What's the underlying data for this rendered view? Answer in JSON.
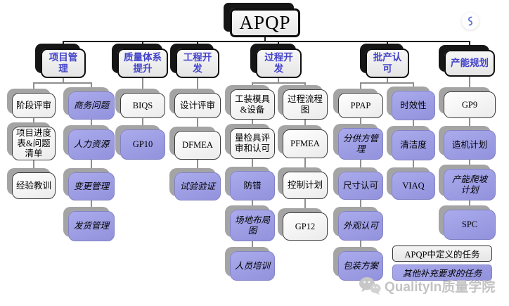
{
  "root": {
    "label": "APQP"
  },
  "columns": [
    {
      "header": "项目管\n理",
      "subcolumns": [
        {
          "tasks": [
            {
              "label": "阶段评审",
              "type": "defined"
            },
            {
              "label": "项目进度\n表&问题\n清单",
              "type": "defined"
            },
            {
              "label": "经验教训",
              "type": "defined"
            }
          ]
        },
        {
          "tasks": [
            {
              "label": "商务问题",
              "type": "extra"
            },
            {
              "label": "人力资源",
              "type": "extra"
            },
            {
              "label": "变更管理",
              "type": "extra"
            },
            {
              "label": "发货管理",
              "type": "extra"
            }
          ]
        }
      ]
    },
    {
      "header": "质量体系\n提升",
      "subcolumns": [
        {
          "tasks": [
            {
              "label": "BIQS",
              "type": "defined"
            },
            {
              "label": "GP10",
              "type": "extra"
            }
          ]
        }
      ]
    },
    {
      "header": "工程开\n发",
      "subcolumns": [
        {
          "tasks": [
            {
              "label": "设计评审",
              "type": "defined"
            },
            {
              "label": "DFMEA",
              "type": "defined"
            },
            {
              "label": "试验验证",
              "type": "extra"
            }
          ]
        }
      ]
    },
    {
      "header": "过程开\n发",
      "subcolumns": [
        {
          "tasks": [
            {
              "label": "工装模具\n&设备",
              "type": "defined"
            },
            {
              "label": "量检具评\n审和认可",
              "type": "defined"
            },
            {
              "label": "防错",
              "type": "extra"
            },
            {
              "label": "场地布局\n图",
              "type": "extra"
            },
            {
              "label": "人员培训",
              "type": "extra"
            }
          ]
        },
        {
          "tasks": [
            {
              "label": "过程流程\n图",
              "type": "defined"
            },
            {
              "label": "PFMEA",
              "type": "defined"
            },
            {
              "label": "控制计划",
              "type": "defined"
            },
            {
              "label": "GP12",
              "type": "defined"
            }
          ]
        }
      ]
    },
    {
      "header": "批产认\n可",
      "subcolumns": [
        {
          "tasks": [
            {
              "label": "PPAP",
              "type": "defined"
            },
            {
              "label": "分供方管\n理",
              "type": "extra"
            },
            {
              "label": "尺寸认可",
              "type": "extra"
            },
            {
              "label": "外观认可",
              "type": "extra"
            },
            {
              "label": "包装方案",
              "type": "extra"
            }
          ]
        },
        {
          "tasks": [
            {
              "label": "时效性",
              "type": "extra"
            },
            {
              "label": "清洁度",
              "type": "extra"
            },
            {
              "label": "VIAQ",
              "type": "extra"
            }
          ]
        }
      ]
    },
    {
      "header": "产能规划",
      "subcolumns": [
        {
          "tasks": [
            {
              "label": "GP9",
              "type": "defined"
            },
            {
              "label": "造机计划",
              "type": "extra"
            },
            {
              "label": "产能爬坡\n计划",
              "type": "extra"
            },
            {
              "label": "SPC",
              "type": "extra"
            }
          ]
        }
      ]
    }
  ],
  "legend": {
    "defined": "APQP中定义的任务",
    "extra": "其他补充要求的任务"
  },
  "watermark": {
    "brand": "QualityIn质量学院",
    "icon": "wechat-icon"
  },
  "share_button": {
    "icon": "share-curve-icon"
  },
  "colors": {
    "header_text": "#4343cb",
    "extra_fill": "#9b9be4",
    "defined_fill": "#f2f2f2",
    "shadow_dark": "#161616",
    "shadow_gray": "#a4a4a4",
    "share_blue": "#5b6bd5",
    "watermark_gray": "#c3c3c3"
  }
}
